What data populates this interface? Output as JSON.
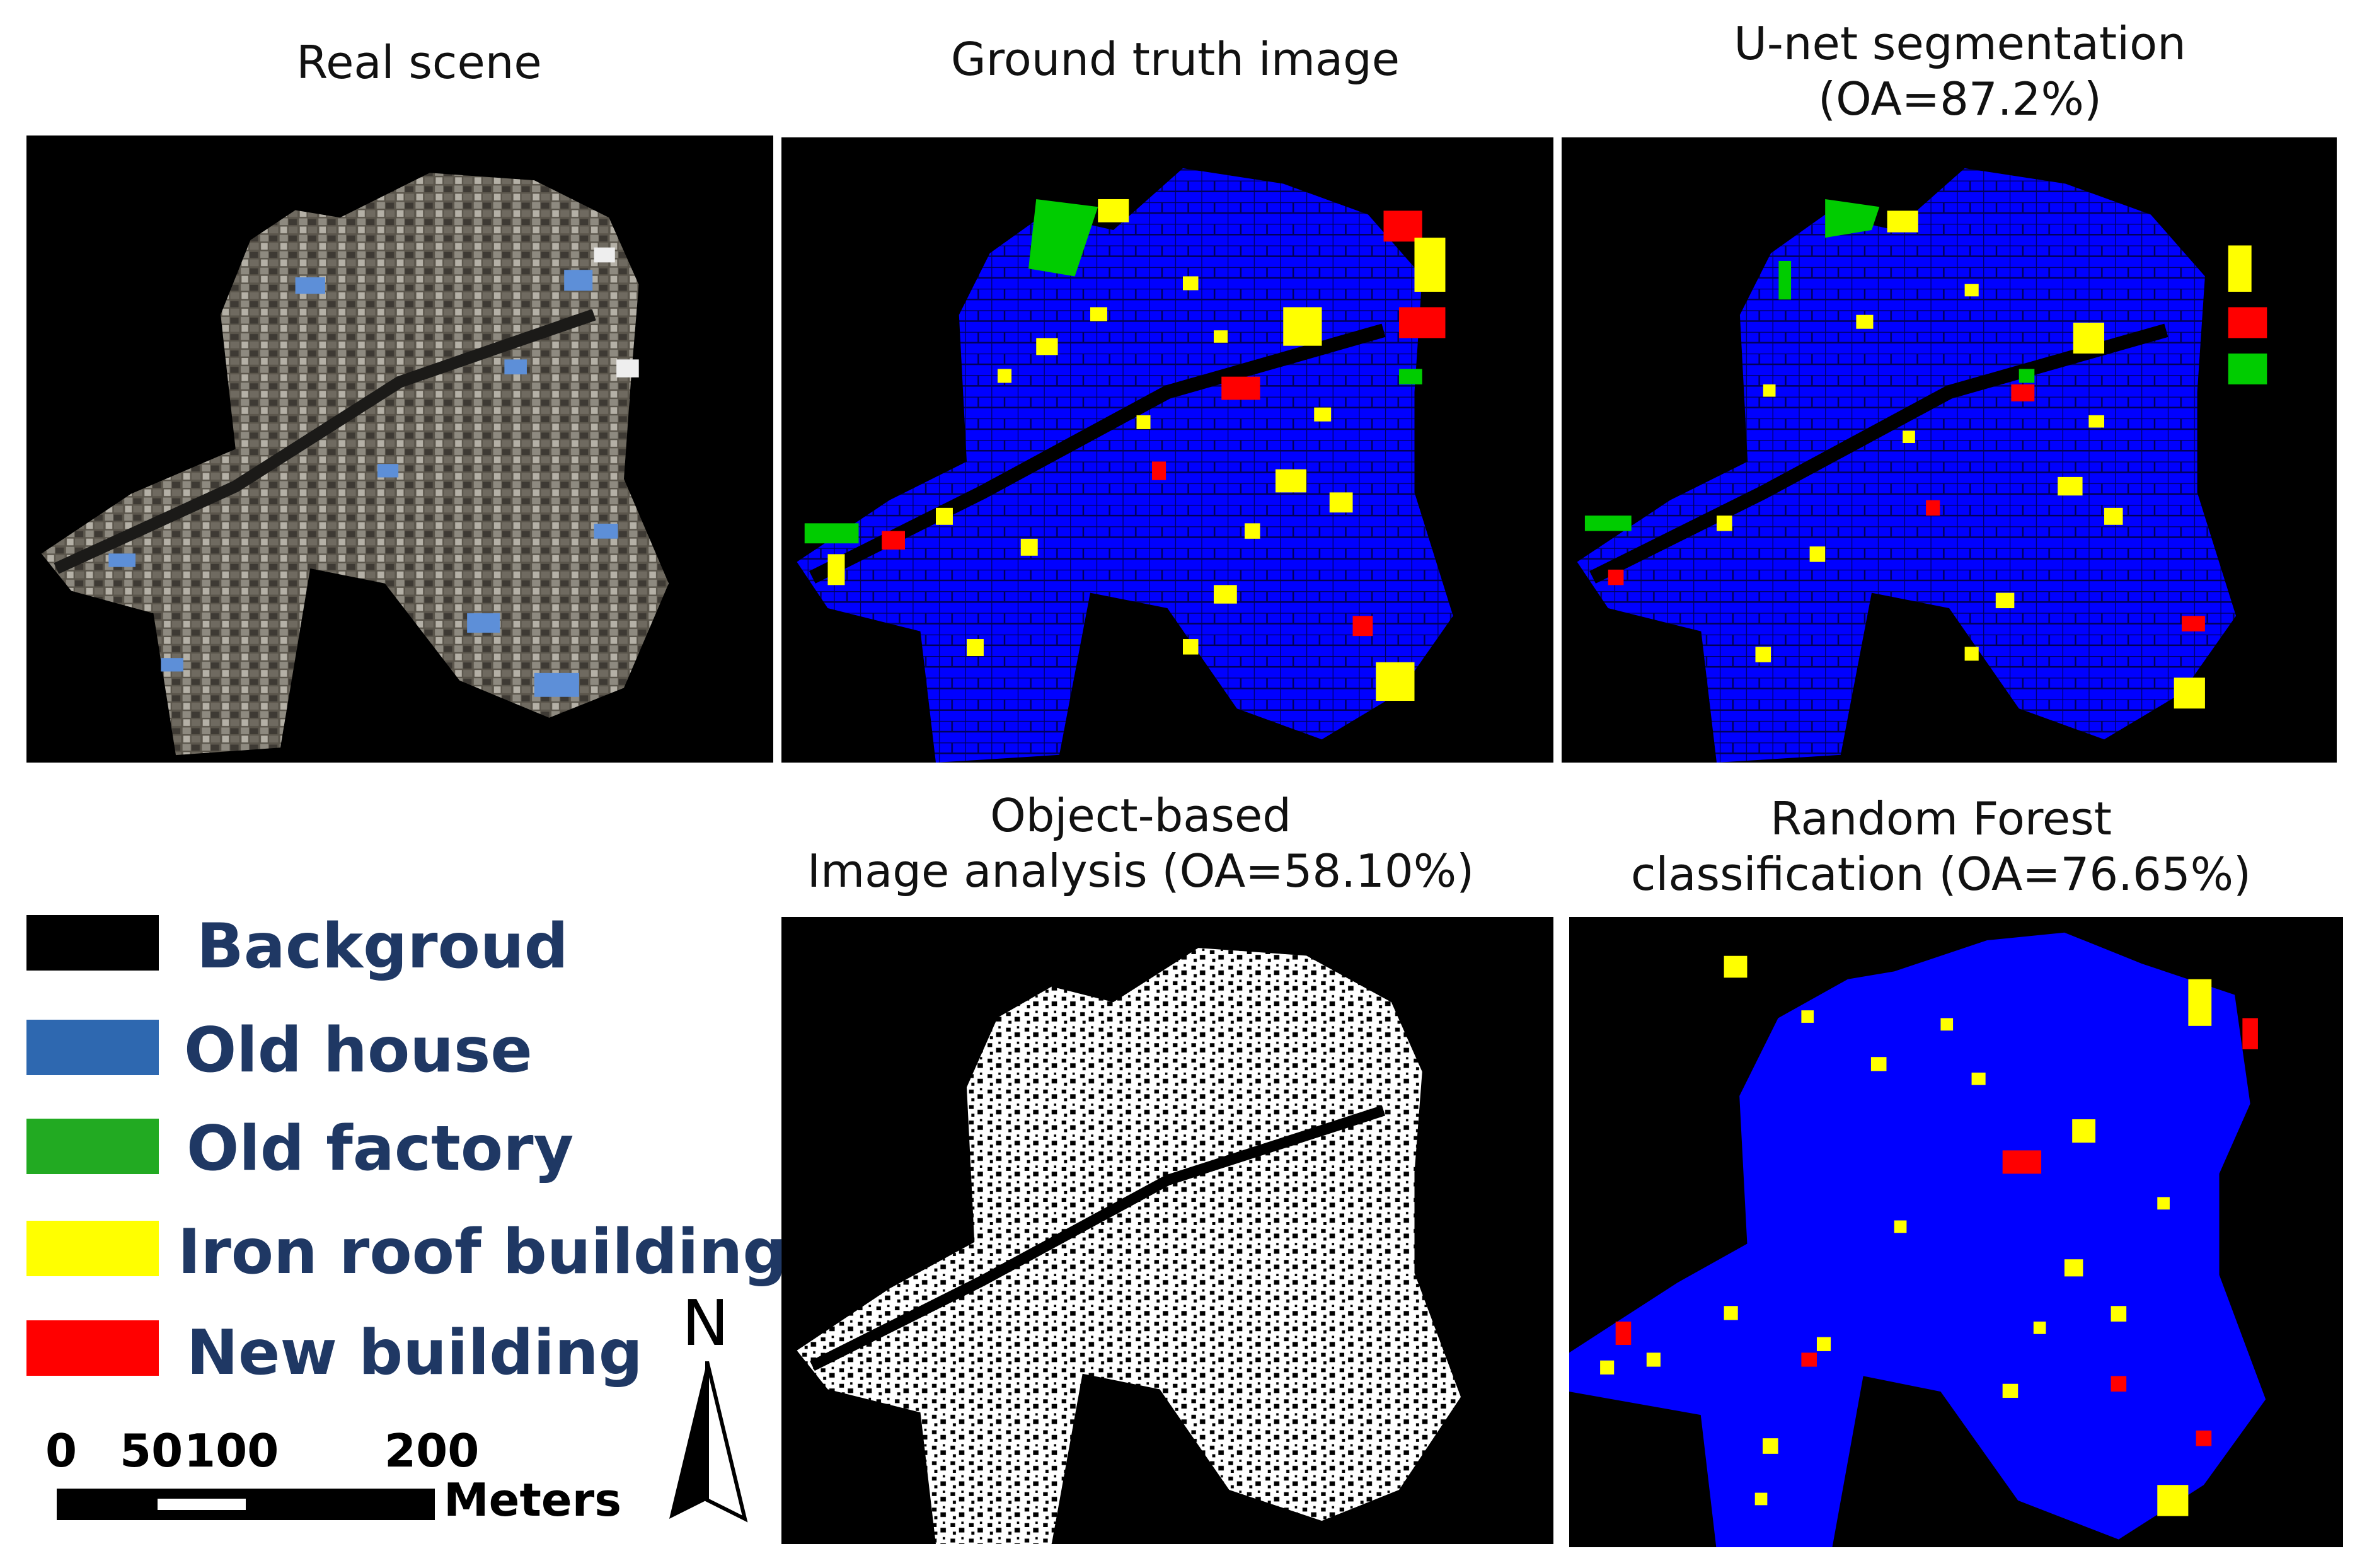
{
  "panels": {
    "real_scene": {
      "title": "Real scene"
    },
    "ground_truth": {
      "title": "Ground truth image"
    },
    "unet": {
      "title_line1": "U-net segmentation",
      "title_line2": "(OA=87.2%)"
    },
    "obia": {
      "title_line1": "Object-based",
      "title_line2": "Image analysis (OA=58.10%)"
    },
    "random_forest": {
      "title_line1": "Random Forest",
      "title_line2": "classification (OA=76.65%)"
    }
  },
  "legend": [
    {
      "label": "Backgroud",
      "color": "#000000"
    },
    {
      "label": "Old house",
      "color": "#2e68b0"
    },
    {
      "label": "Old factory",
      "color": "#22aa22"
    },
    {
      "label": "Iron roof building",
      "color": "#ffff00"
    },
    {
      "label": "New building",
      "color": "#ff0000"
    }
  ],
  "class_colors": {
    "old_house": "#0000ff",
    "old_factory": "#00cc00",
    "iron_roof": "#ffff00",
    "new_building": "#ff0000",
    "background": "#000000",
    "obia_segments": "#ffffff"
  },
  "scale_bar": {
    "ticks": [
      "0",
      "50",
      "100",
      "200"
    ],
    "unit": "Meters"
  },
  "north_arrow": {
    "label": "N"
  }
}
